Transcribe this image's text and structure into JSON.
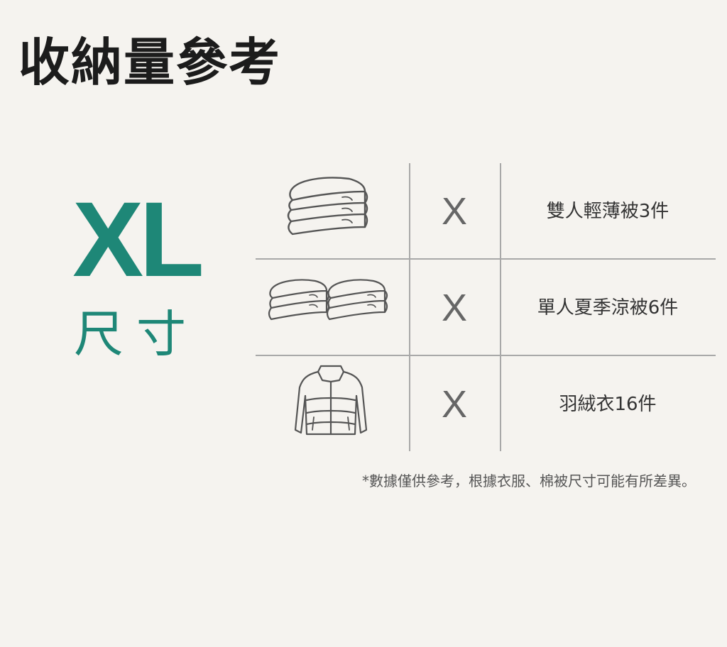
{
  "title": "收納量參考",
  "size": {
    "code": "XL",
    "label": "尺寸"
  },
  "rows": [
    {
      "icon": "folded-blanket-stack-icon",
      "times": "X",
      "text": "雙人輕薄被3件"
    },
    {
      "icon": "double-folded-blanket-stack-icon",
      "times": "X",
      "text": "單人夏季涼被6件"
    },
    {
      "icon": "down-jacket-icon",
      "times": "X",
      "text": "羽絨衣16件"
    }
  ],
  "footnote": "*數據僅供參考，根據衣服、棉被尺寸可能有所差異。",
  "colors": {
    "background": "#f5f3ef",
    "accent": "#1e8777",
    "line": "#a8a8a8",
    "icon_stroke": "#555555"
  }
}
